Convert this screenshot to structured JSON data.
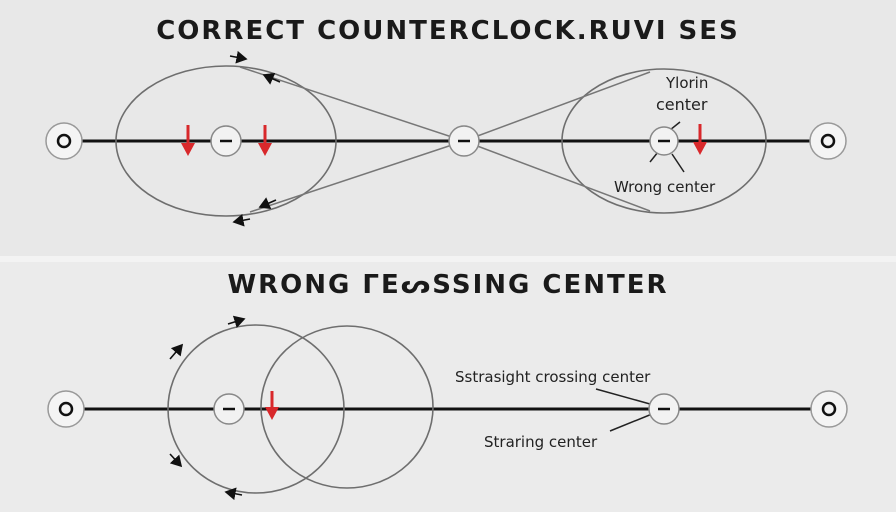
{
  "top": {
    "title": "CORRECT COUNTERCLOCK.RUVI SES",
    "label_upper": "Ylorin",
    "label_upper2": "center",
    "label_lower": "Wrong center"
  },
  "bottom": {
    "title": "WRONG ГEᔕSSING CENTER",
    "label_upper": "Sstrasight crossing center",
    "label_lower": "Straring center"
  },
  "colors": {
    "line": "#111111",
    "circle": "#777777",
    "arrow_red": "#d8282b",
    "node_fill": "#f2f2f2"
  },
  "icons": {
    "endpoint": "ring-node-icon",
    "center": "minus-node-icon",
    "direction": "small-arrow-icon",
    "force": "red-down-arrow-icon"
  }
}
